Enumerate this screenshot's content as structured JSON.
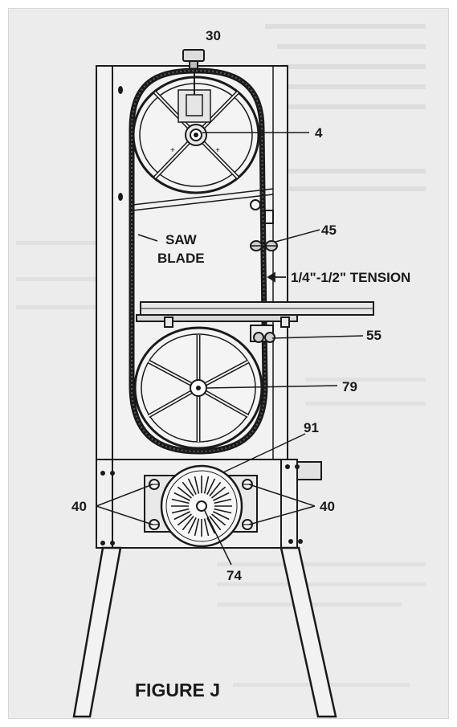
{
  "labels": {
    "l30": "30",
    "l4": "4",
    "l45": "45",
    "saw": "SAW",
    "blade": "BLADE",
    "tension": "1/4\"-1/2\" TENSION",
    "l55": "55",
    "l79": "79",
    "l91": "91",
    "l40_left": "40",
    "l40_right": "40",
    "l74": "74"
  },
  "caption": "FIGURE J",
  "colors": {
    "paper": "#ececec",
    "ink": "#1a1a1a",
    "bleed_text": "#c9c9c9"
  }
}
